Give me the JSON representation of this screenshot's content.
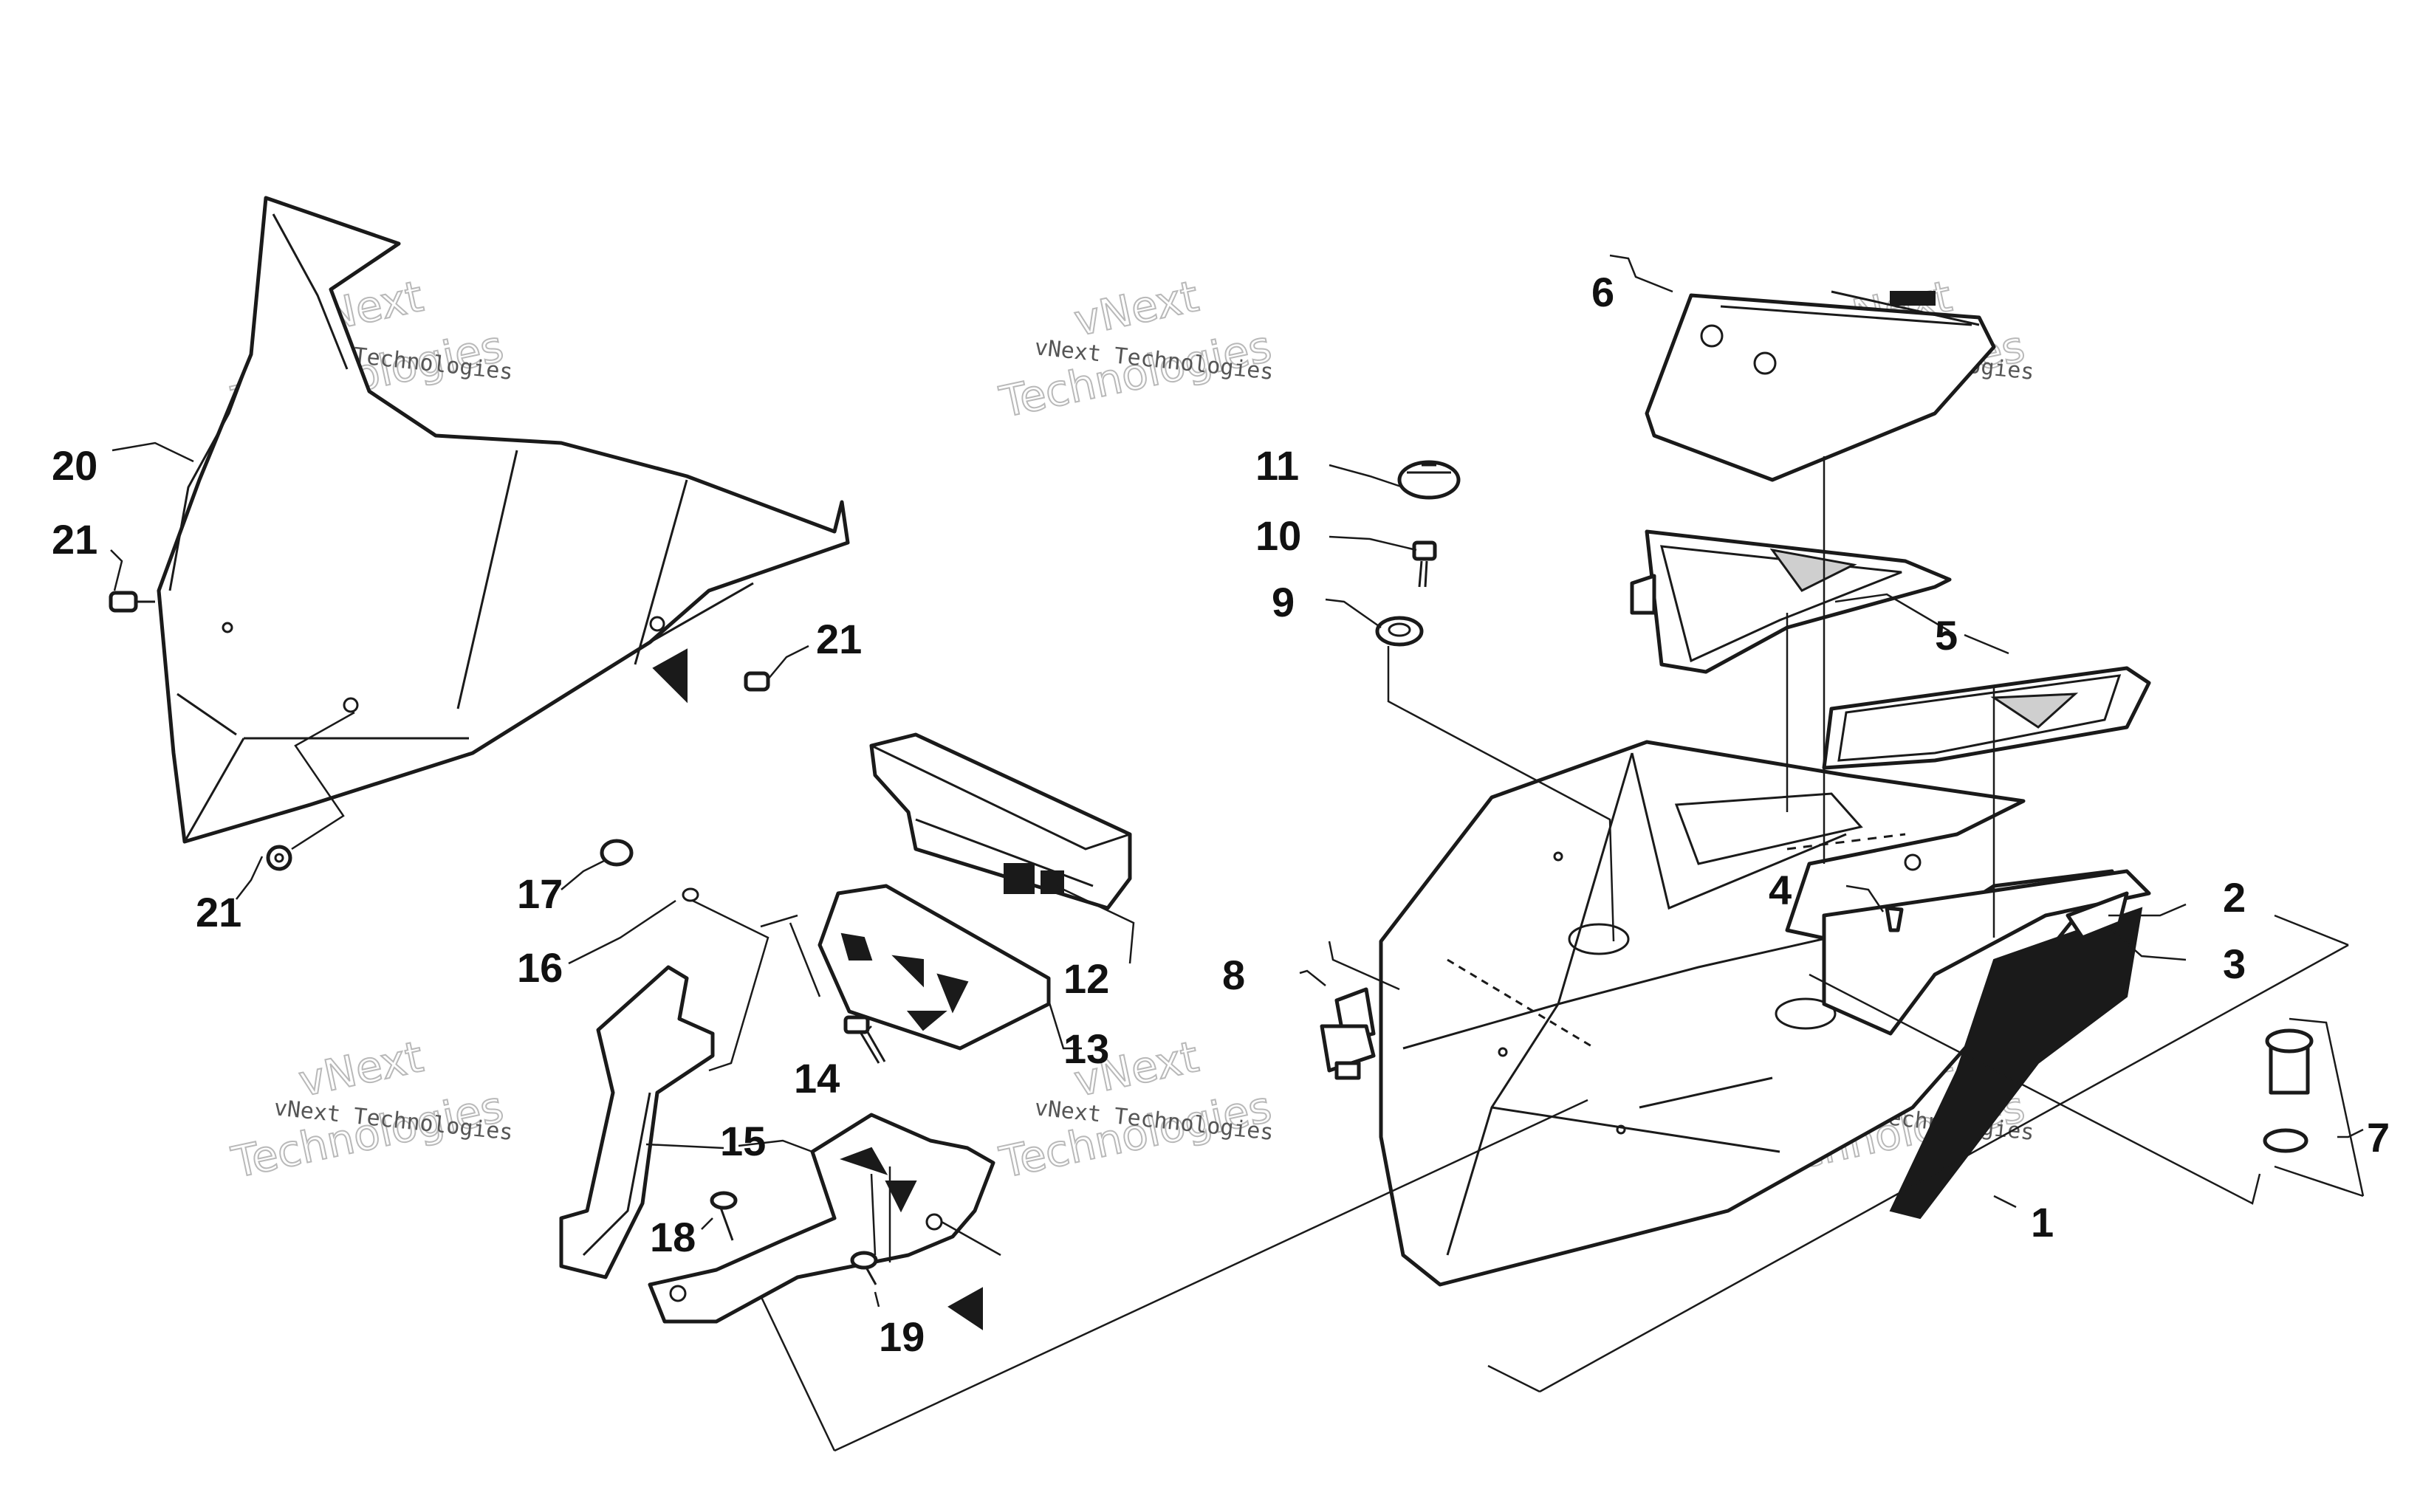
{
  "callouts": {
    "n1": "1",
    "n2": "2",
    "n3": "3",
    "n4": "4",
    "n5": "5",
    "n6": "6",
    "n7": "7",
    "n8": "8",
    "n9": "9",
    "n10": "10",
    "n11": "11",
    "n12": "12",
    "n13": "13",
    "n14": "14",
    "n15": "15",
    "n16": "16",
    "n17": "17",
    "n18": "18",
    "n19": "19",
    "n20": "20",
    "n21": "21"
  },
  "watermark": {
    "line1": "vNext",
    "line2": "Technologies",
    "small": "vNext Technologies"
  }
}
